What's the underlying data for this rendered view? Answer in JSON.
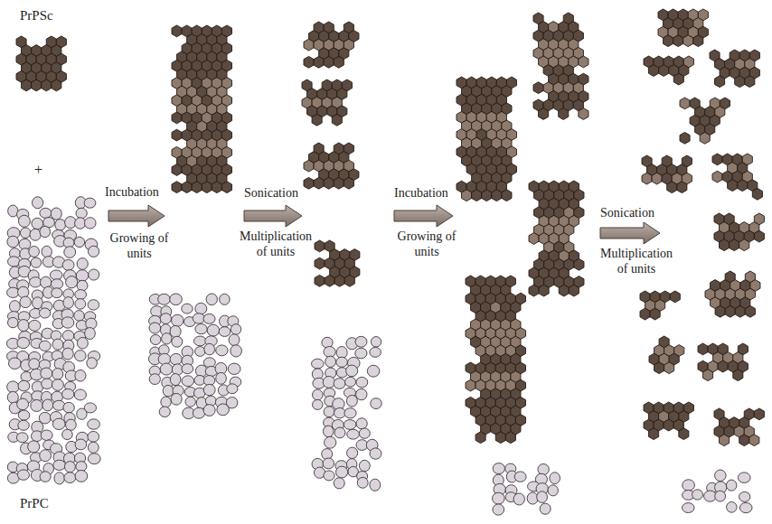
{
  "diagram": {
    "labels": [
      "PrPSc",
      "+",
      "Incubation",
      "Growing of units",
      "Sonication",
      "Multiplication of units",
      "Incubation",
      "Growing of units",
      "Sonication",
      "Multiplication of units",
      "PrPC"
    ]
  }
}
